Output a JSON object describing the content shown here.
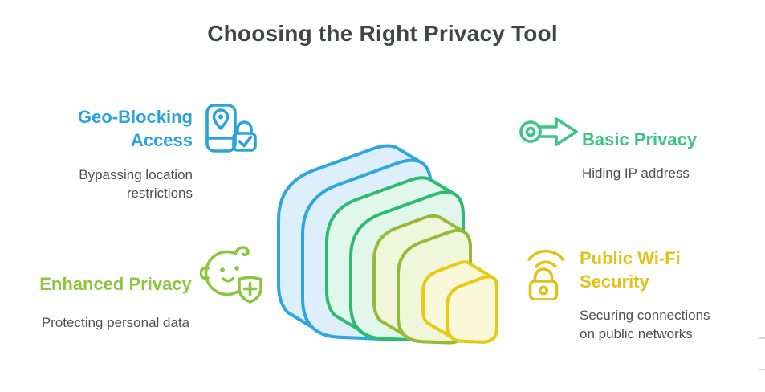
{
  "title": "Choosing the Right Privacy Tool",
  "text_colors": {
    "title": "#424548",
    "body": "#4f4f4f"
  },
  "sections": [
    {
      "id": "geo-blocking",
      "heading": "Geo-Blocking Access",
      "description": "Bypassing location restrictions",
      "color": "#29a4dd",
      "icon": "phone-location-lock-icon"
    },
    {
      "id": "basic-privacy",
      "heading": "Basic Privacy",
      "description": "Hiding IP address",
      "color": "#3bc586",
      "icon": "key-arrow-icon"
    },
    {
      "id": "enhanced-privacy",
      "heading": "Enhanced Privacy",
      "description": "Protecting personal data",
      "color": "#8cc63f",
      "icon": "baby-shield-icon"
    },
    {
      "id": "public-wifi-security",
      "heading": "Public Wi-Fi Security",
      "description": "Securing connections on public networks",
      "color": "#e4c118",
      "icon": "wifi-lock-icon"
    }
  ],
  "illustration": {
    "description": "Isometric stack of four nested rounded squares, largest at back-left to smallest at front-right",
    "blocks": [
      {
        "name": "blue-block",
        "stroke": "#2ea7e0",
        "fill": "#ddeffb"
      },
      {
        "name": "green-block",
        "stroke": "#2eba71",
        "fill": "#e2f7ec"
      },
      {
        "name": "olive-block",
        "stroke": "#95ba37",
        "fill": "#f0f6d9"
      },
      {
        "name": "yellow-block",
        "stroke": "#e8c914",
        "fill": "#fbf7d9"
      }
    ]
  }
}
